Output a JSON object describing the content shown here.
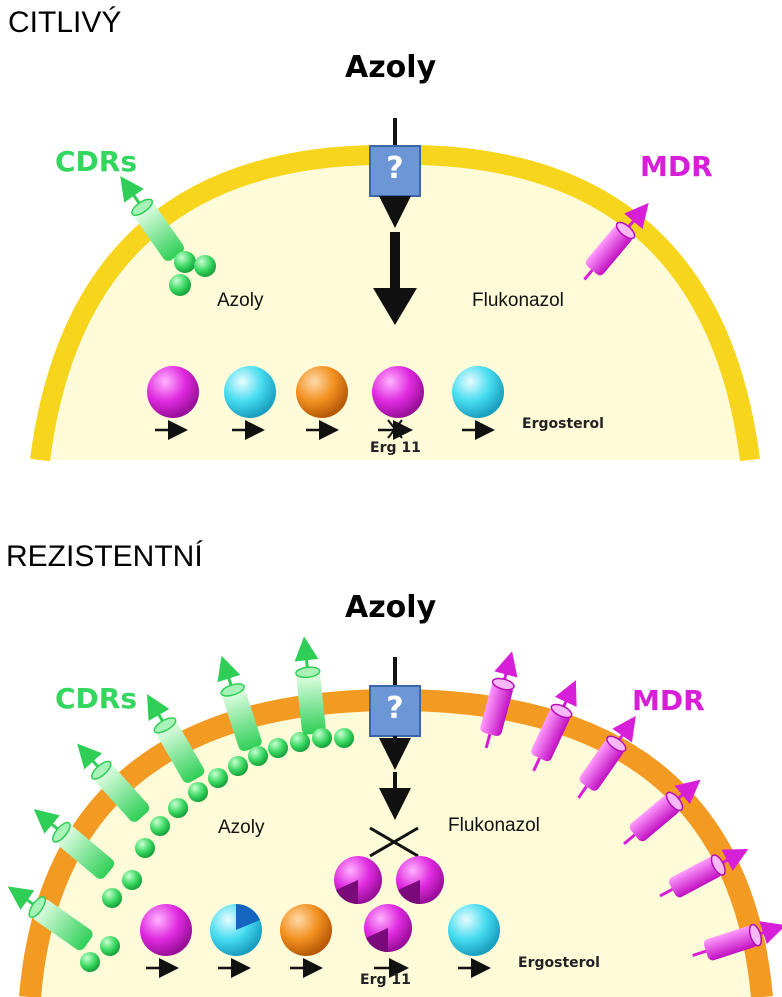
{
  "top": {
    "title": "CITLIVÝ",
    "drug": "Azoly",
    "question": "?",
    "pump_left": "CDRs",
    "pump_right": "MDR",
    "inside_left": "Azoly",
    "inside_right": "Flukonazol",
    "enzyme": "Erg 11",
    "product": "Ergosterol"
  },
  "bottom": {
    "title": "REZISTENTNÍ",
    "drug": "Azoly",
    "question": "?",
    "pump_left": "CDRs",
    "pump_right": "MDR",
    "inside_left": "Azoly",
    "inside_right": "Flukonazol",
    "enzyme": "Erg 11",
    "product": "Ergosterol"
  },
  "colors": {
    "membrane_sensitive": "#f7d51d",
    "membrane_resistant": "#f39a22",
    "cytoplasm": "#fdfbd8",
    "cdr_pump": "#33d65f",
    "mdr_pump": "#d81fd8",
    "question_box": "#6d96d6",
    "molecule_pink": "#d81fd8",
    "molecule_cyan": "#39d7ee",
    "molecule_orange": "#f08a1c"
  }
}
